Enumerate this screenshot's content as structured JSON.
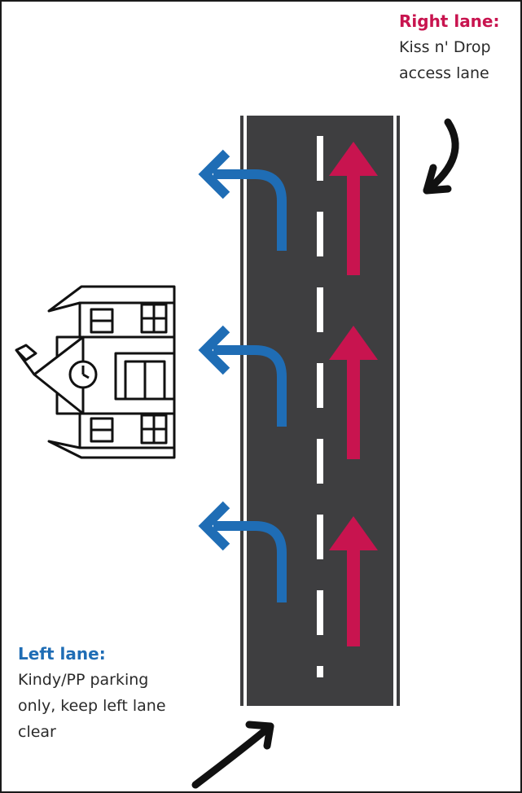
{
  "right_lane": {
    "heading": "Right lane:",
    "lines": [
      "Kiss n' Drop",
      "access lane"
    ],
    "color": "#c8144f"
  },
  "left_lane": {
    "heading": "Left lane:",
    "lines": [
      "Kindy/PP parking",
      "only, keep left lane",
      "clear"
    ],
    "color": "#1f6db5"
  },
  "road_color": "#3e3e40",
  "lane_marking_color": "#ffffff",
  "icons": [
    "school-building-icon",
    "left-turn-arrow-icon",
    "straight-arrow-icon",
    "curved-pointer-arrow-icon"
  ]
}
